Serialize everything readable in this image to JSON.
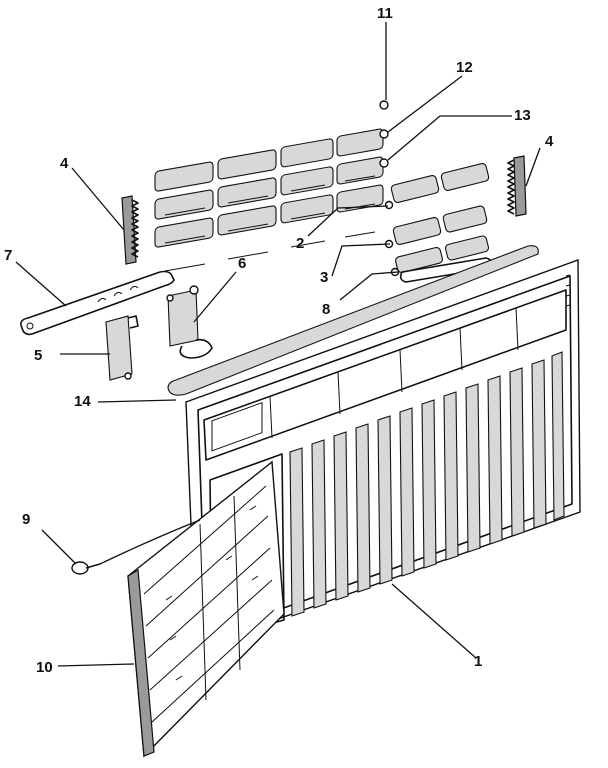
{
  "callouts": {
    "c11": "11",
    "c12": "12",
    "c13": "13",
    "c4a": "4",
    "c4b": "4",
    "c7": "7",
    "c6": "6",
    "c2": "2",
    "c3": "3",
    "c8": "8",
    "c5": "5",
    "c14": "14",
    "c9": "9",
    "c10": "10",
    "c1": "1"
  }
}
